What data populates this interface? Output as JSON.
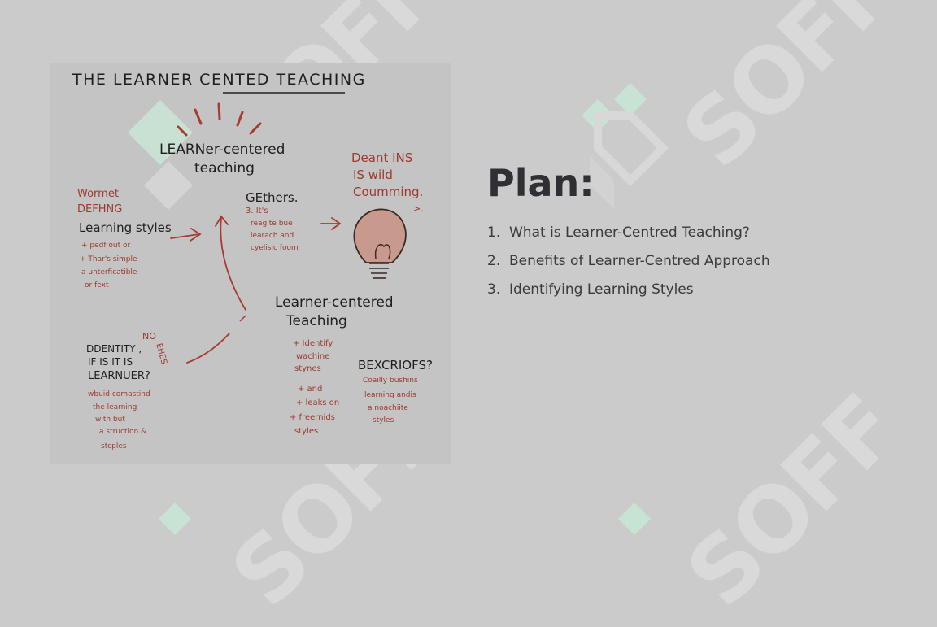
{
  "slide": {
    "title": "Plan:",
    "items": [
      {
        "num": "1.",
        "text": "What is Learner-Centred Teaching?"
      },
      {
        "num": "2.",
        "text": "Benefits of Learner-Centred Approach"
      },
      {
        "num": "3.",
        "text": "Identifying Learning Styles"
      }
    ]
  },
  "watermark": {
    "text": "SOFF"
  },
  "sketch": {
    "heading": "THE LEARNER CENTED TEACHING",
    "center_title_1": "LEARNer-centered",
    "center_title_2": "teaching",
    "left_red_1": "Wormet",
    "left_red_2": "DEFHNG",
    "learning_styles": "Learning styles",
    "left_notes": [
      "+ pedf out or",
      "+ Thar's simple",
      "a unterficatible",
      "or fext"
    ],
    "gethers": "GEthers.",
    "gethers_notes": [
      "3. It's",
      "reagite bue",
      "learach and",
      "cyelisic foom"
    ],
    "right_red": [
      "Deant INS",
      "IS wild",
      "Coumming."
    ],
    "right_red_tail": ">.",
    "lower_title_1": "Learner-centered",
    "lower_title_2": "Teaching",
    "lower_notes": [
      "+ Identify",
      "wachine",
      "stynes",
      "+ and",
      "+ leaks on",
      "+ freernids",
      "styles"
    ],
    "bex_title": "BEXCRIOFS?",
    "bex_notes": [
      "Coailly bushins",
      "learning andis",
      "a noachiite",
      "styles"
    ],
    "no_tag": "NO",
    "ehes_tag": "EHES",
    "identity": [
      "DDENTITY ,",
      "IF IS IT IS",
      "LEARNUER?"
    ],
    "identity_notes": [
      "wbuid comastind",
      "the learning",
      "with but",
      "a struction &",
      "stcples"
    ]
  }
}
